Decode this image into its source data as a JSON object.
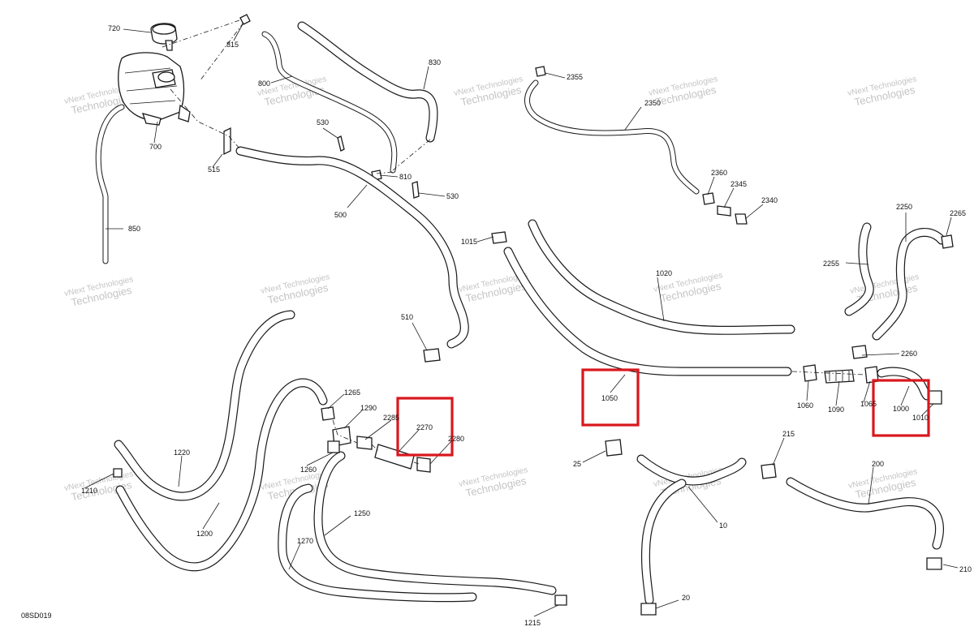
{
  "diagram": {
    "code": "08SD019",
    "highlight_color": "#d9171d",
    "watermark": {
      "line1": "vNext Technologies",
      "line2": "Technologies"
    },
    "callouts": {
      "c720": "720",
      "c815": "815",
      "c800": "800",
      "c830": "830",
      "c700": "700",
      "c515": "515",
      "c530a": "530",
      "c810": "810",
      "c530b": "530",
      "c500": "500",
      "c850": "850",
      "c2355": "2355",
      "c2350": "2350",
      "c2360": "2360",
      "c2345": "2345",
      "c2340": "2340",
      "c1015": "1015",
      "c1020": "1020",
      "c510": "510",
      "c2250": "2250",
      "c2265": "2265",
      "c2255": "2255",
      "c2260": "2260",
      "c1050": "1050",
      "c1060": "1060",
      "c1090": "1090",
      "c1065": "1065",
      "c1000": "1000",
      "c1010": "1010",
      "c1265": "1265",
      "c1290": "1290",
      "c2285": "2285",
      "c2270": "2270",
      "c2280": "2280",
      "c1260": "1260",
      "c1220": "1220",
      "c1210": "1210",
      "c1200": "1200",
      "c1250": "1250",
      "c1270": "1270",
      "c1215": "1215",
      "c25": "25",
      "c215": "215",
      "c200": "200",
      "c10": "10",
      "c20": "20",
      "c210": "210"
    }
  }
}
